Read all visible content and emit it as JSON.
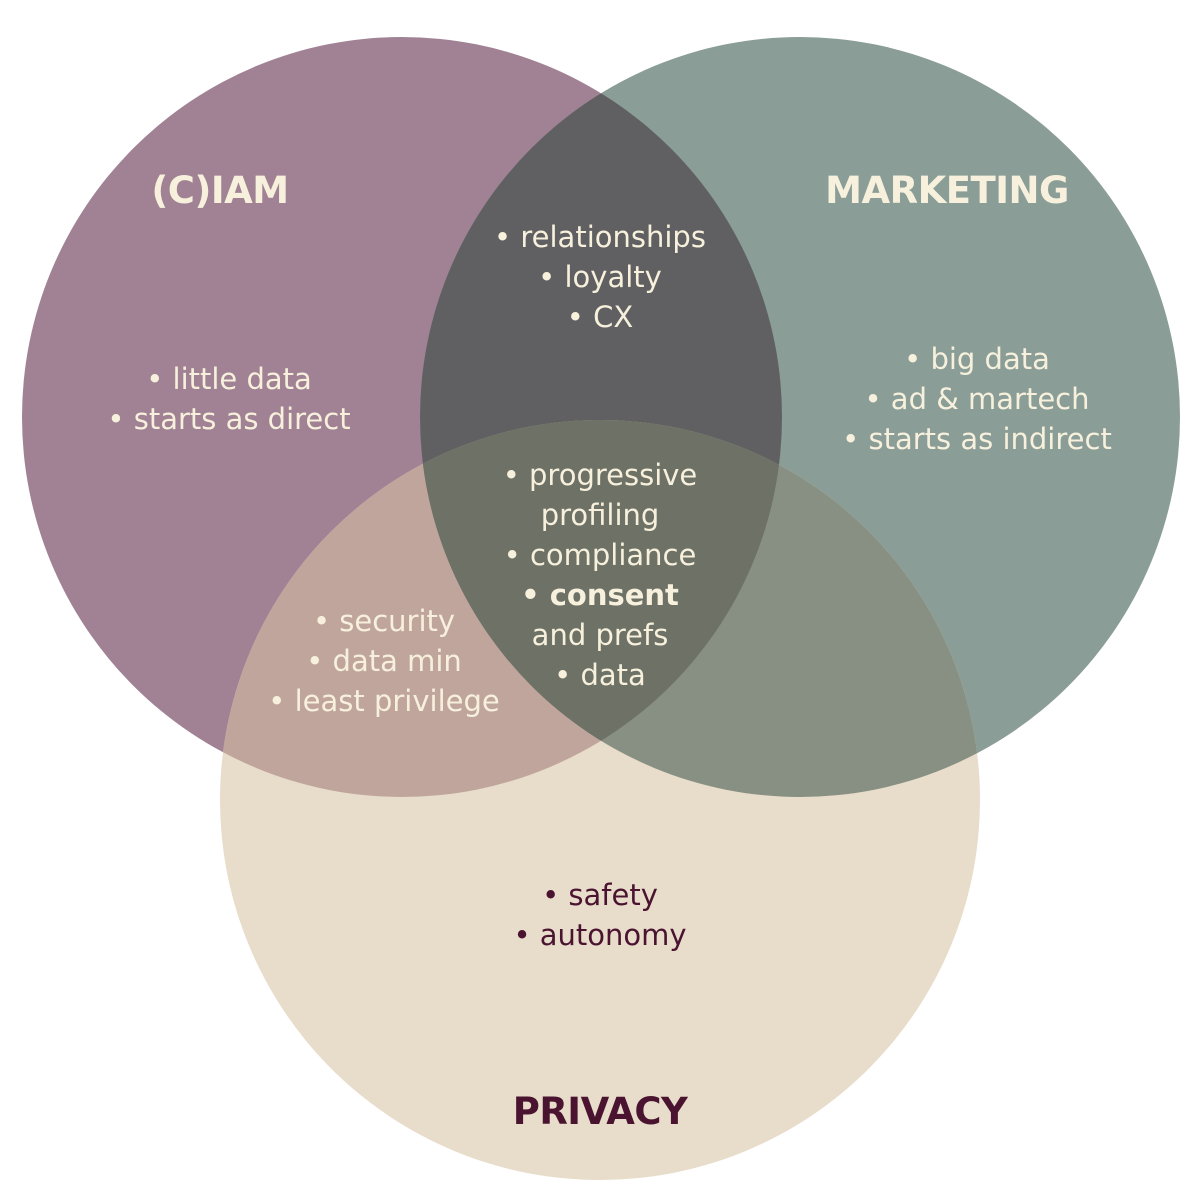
{
  "colors": {
    "background": "#ffffff",
    "ciam_fill": "#a08294",
    "marketing_fill": "#8a9d97",
    "privacy_fill": "#e8dccb",
    "ciam_marketing_overlap": "#606062",
    "ciam_privacy_overlap": "#c0a59d",
    "marketing_privacy_overlap": "#879082",
    "center_overlap": "#6e7166",
    "light_text": "#f6f0dc",
    "dark_text": "#4a1430"
  },
  "sets": {
    "ciam": {
      "title": "(C)IAM",
      "items": [
        "• little data",
        "• starts as direct"
      ]
    },
    "marketing": {
      "title": "MARKETING",
      "items": [
        "• big data",
        "• ad & martech",
        "• starts as indirect"
      ]
    },
    "privacy": {
      "title": "PRIVACY",
      "items": [
        "• safety",
        "• autonomy"
      ]
    }
  },
  "overlaps": {
    "ciam_marketing": {
      "items": [
        "• relationships",
        "• loyalty",
        "• CX"
      ]
    },
    "ciam_privacy": {
      "items": [
        "• security",
        "• data min",
        "• least privilege"
      ]
    },
    "center": {
      "line1": "• progressive",
      "line2": "profiling",
      "line3": "• compliance",
      "line4_bold": "• consent",
      "line5": "and prefs",
      "line6": "• data"
    }
  }
}
